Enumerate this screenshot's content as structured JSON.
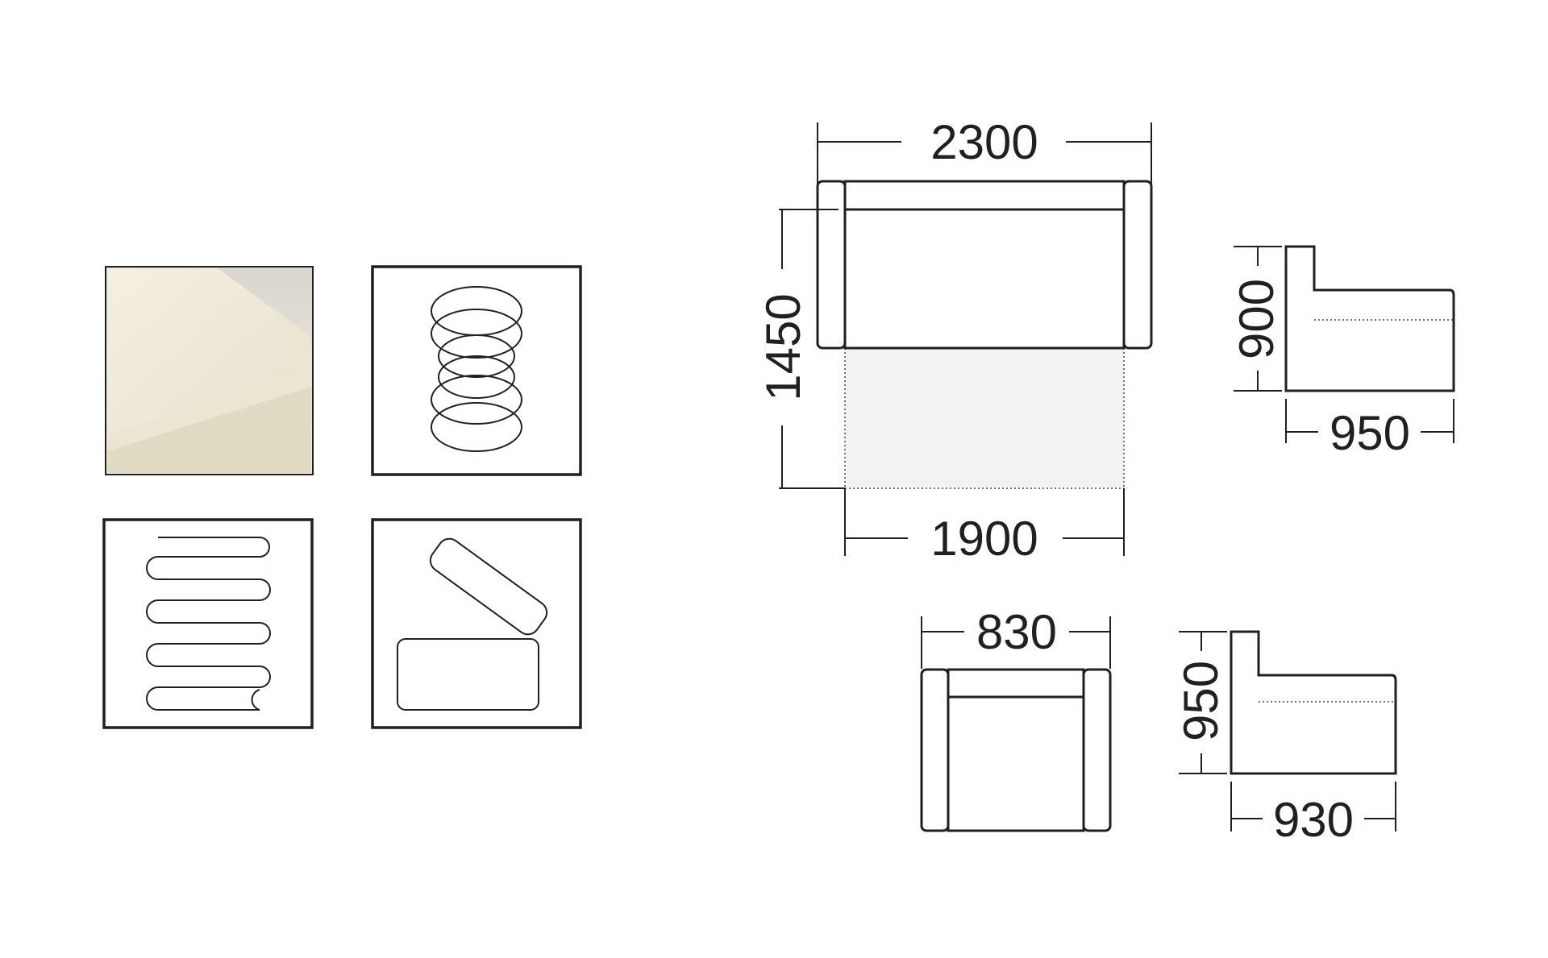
{
  "icons": {
    "foam": "foam-block-icon",
    "spring": "coil-spring-icon",
    "zigzag": "zigzag-spring-icon",
    "storage": "storage-box-icon"
  },
  "sofa": {
    "width": "2300",
    "depth": "1450",
    "bed_length": "1900"
  },
  "sofa_side": {
    "height": "900",
    "depth": "950"
  },
  "armchair": {
    "width": "830"
  },
  "armchair_side": {
    "height": "950",
    "depth": "930"
  },
  "colors": {
    "line": "#231f20",
    "foam": "#efeadb",
    "bed_extension": "#f2f2f2"
  }
}
